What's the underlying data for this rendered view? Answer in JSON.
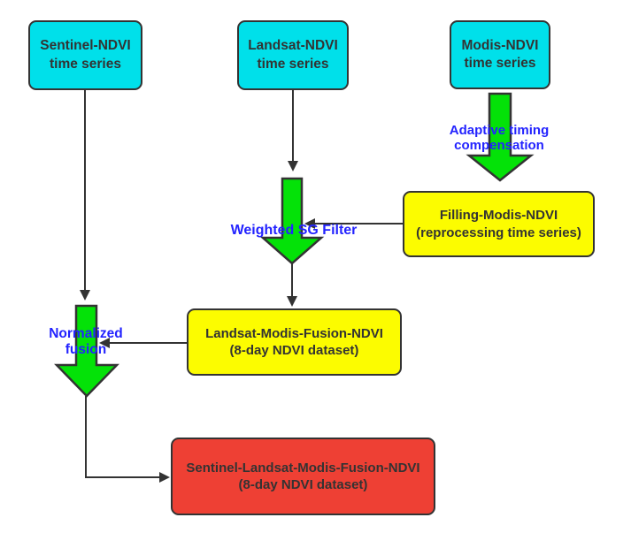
{
  "diagram": {
    "nodes": {
      "sentinel": {
        "text": "Sentinel-NDVI\ntime series"
      },
      "landsat": {
        "text": "Landsat-NDVI\ntime series"
      },
      "modis": {
        "text": "Modis-NDVI\ntime series"
      },
      "filling": {
        "text": "Filling-Modis-NDVI\n(reprocessing time series)"
      },
      "fusion": {
        "text": "Landsat-Modis-Fusion-NDVI\n(8-day NDVI dataset)"
      },
      "final": {
        "text": "Sentinel-Landsat-Modis-Fusion-NDVI\n(8-day NDVI dataset)"
      }
    },
    "labels": {
      "adaptive_timing": "Adaptive timing\ncompensation",
      "weighted_sg": "Weighted SG Filter",
      "normalized_fusion": "Normalized\nfusion"
    }
  },
  "colors": {
    "input-cyan": "#00e0ea",
    "process-yellow": "#fcfc00",
    "output-red": "#ee4034",
    "arrow-green": "#04e208",
    "line-dark": "#333333",
    "label-blue": "#2323ff",
    "node-text": "#333333",
    "canvas-bg": "#ffffff"
  }
}
